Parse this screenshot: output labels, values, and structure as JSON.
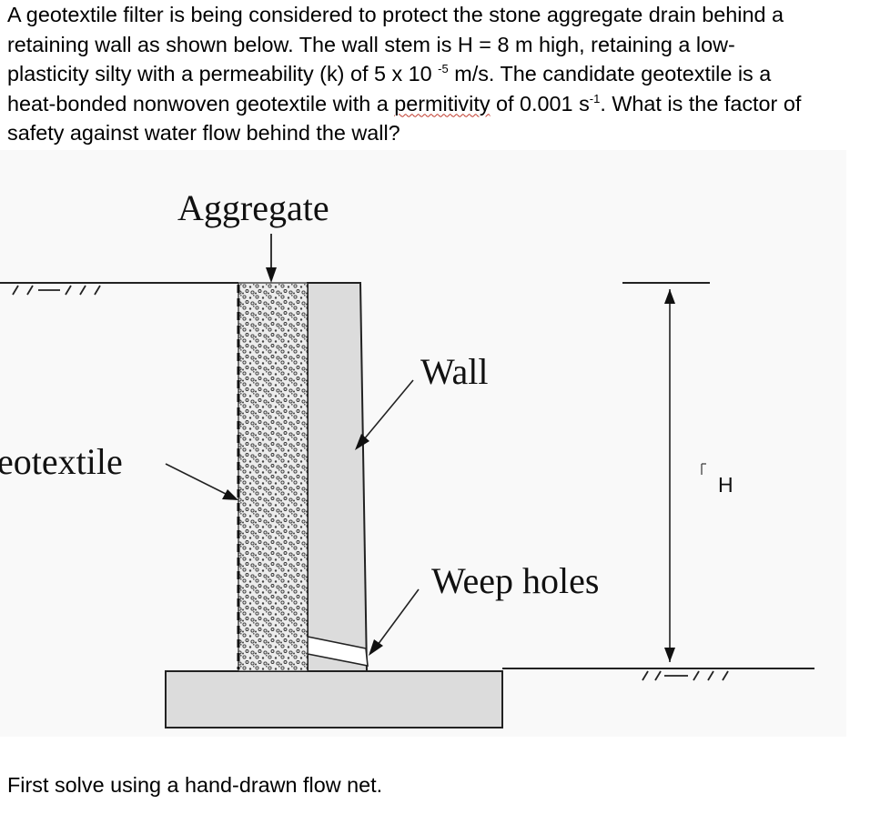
{
  "question": {
    "line1": "A geotextile filter is being considered to protect the stone aggregate drain behind a",
    "line2": "retaining wall as shown below. The wall stem is H = 8 m high, retaining a low-",
    "line3_a": "plasticity silty with a permeability (k) of 5 x 10 ",
    "line3_sup": "-5",
    "line3_b": " m/s. The candidate geotextile is a",
    "line4_a": "heat-bonded nonwoven geotextile with a ",
    "line4_flag": "permitivity",
    "line4_b": " of 0.001 s",
    "line4_sup": "-1",
    "line4_c": ". What is the factor of",
    "line5": "safety against water flow behind the wall?"
  },
  "figure": {
    "label_aggregate": "Aggregate",
    "label_wall": "Wall",
    "label_geotextile": "eotextile",
    "label_weep": "Weep holes",
    "label_h": "H"
  },
  "footer": "First solve using a hand-drawn flow net."
}
